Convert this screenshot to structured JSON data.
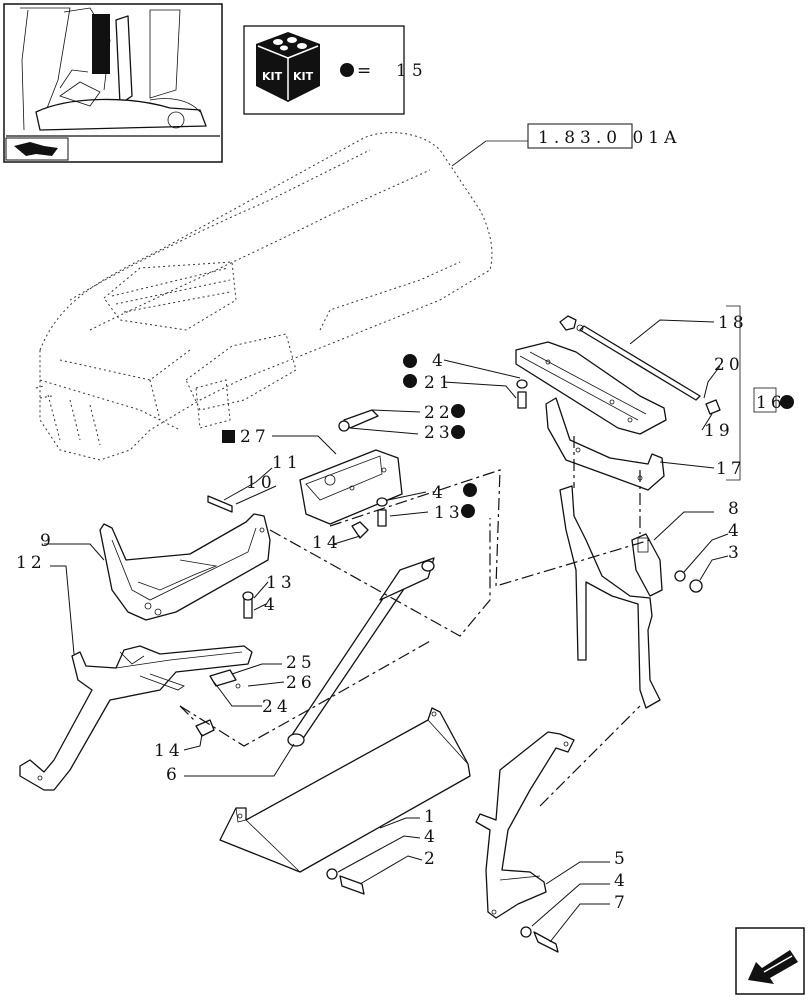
{
  "kit": {
    "badge_left": "KIT",
    "badge_right": "KIT",
    "equals_text": "=",
    "count": "15"
  },
  "reference_code": "1.83.0 01A",
  "callouts": {
    "c1": "1",
    "c2": "2",
    "c3": "3",
    "c4a": "4",
    "c4b": "4",
    "c4c": "4",
    "c4d": "4",
    "c4e": "4",
    "c4f": "4",
    "c5": "5",
    "c6": "6",
    "c7": "7",
    "c8": "8",
    "c9": "9",
    "c10": "10",
    "c11": "11",
    "c12": "12",
    "c13a": "13",
    "c13b": "13",
    "c14a": "14",
    "c14b": "14",
    "c16": "16",
    "c17": "17",
    "c18": "18",
    "c19": "19",
    "c20": "20",
    "c21": "21",
    "c22": "22",
    "c23": "23",
    "c24": "24",
    "c25": "25",
    "c26": "26",
    "c27": "27"
  },
  "icons": {
    "kit_box": "kit-box-icon",
    "kit_marker": "filled-circle-icon",
    "navigation": "arrow-down-left-icon",
    "thumbnail": "cab-overview-icon"
  },
  "colors": {
    "ink": "#111111",
    "background": "#ffffff"
  }
}
